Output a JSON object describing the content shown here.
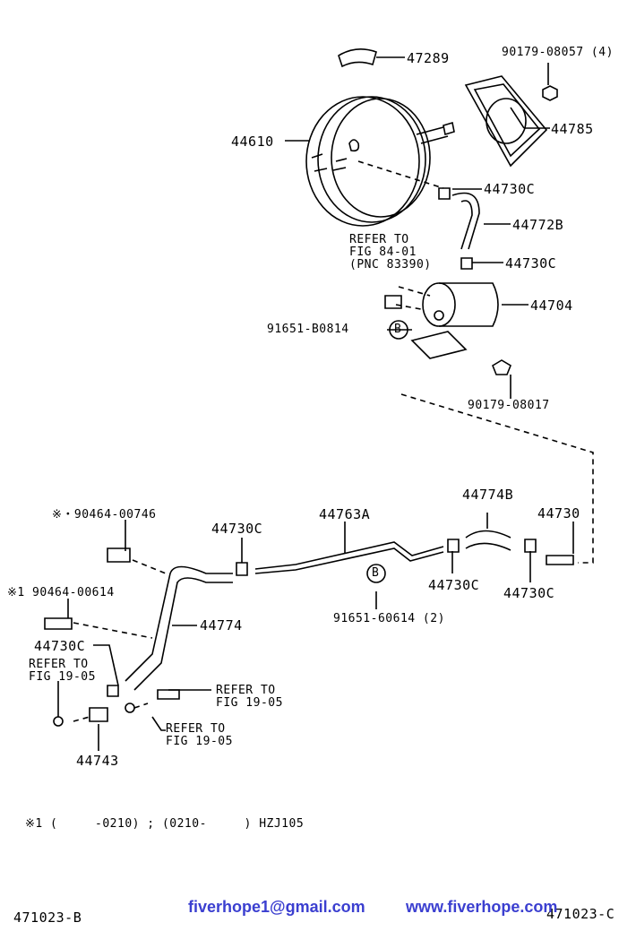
{
  "labels": {
    "p47289": "47289",
    "p90179_08057": "90179-08057 (4)",
    "p44610": "44610",
    "p44785": "44785",
    "p44730c_1": "44730C",
    "p44772b": "44772B",
    "refer_84_l1": "REFER TO",
    "refer_84_l2": "FIG 84-01",
    "refer_84_l3": "(PNC 83390)",
    "p44730c_2": "44730C",
    "p44704": "44704",
    "p91651_b0814": "91651-B0814",
    "badge_b1": "B",
    "p90179_08017": "90179-08017",
    "p90464_00746": "※・90464-00746",
    "p44730c_3": "44730C",
    "p44763a": "44763A",
    "p44774b": "44774B",
    "p44730": "44730",
    "p90464_00614": "※1 90464-00614",
    "p44774": "44774",
    "badge_b2": "B",
    "p44730c_4": "44730C",
    "p44730c_5": "44730C",
    "p91651_60614": "91651-60614 (2)",
    "p44730c_6": "44730C",
    "refer_a_l1": "REFER TO",
    "refer_a_l2": "FIG 19-05",
    "refer_b_l1": "REFER TO",
    "refer_b_l2": "FIG 19-05",
    "refer_c_l1": "REFER TO",
    "refer_c_l2": "FIG 19-05",
    "p44743": "44743"
  },
  "footnote": "※1 (     -0210) ; (0210-     ) HZJ105",
  "code_left": "471023-B",
  "code_right": "471023-C",
  "watermark_email": "fiverhope1@gmail.com",
  "watermark_site": "www.fiverhope.com"
}
